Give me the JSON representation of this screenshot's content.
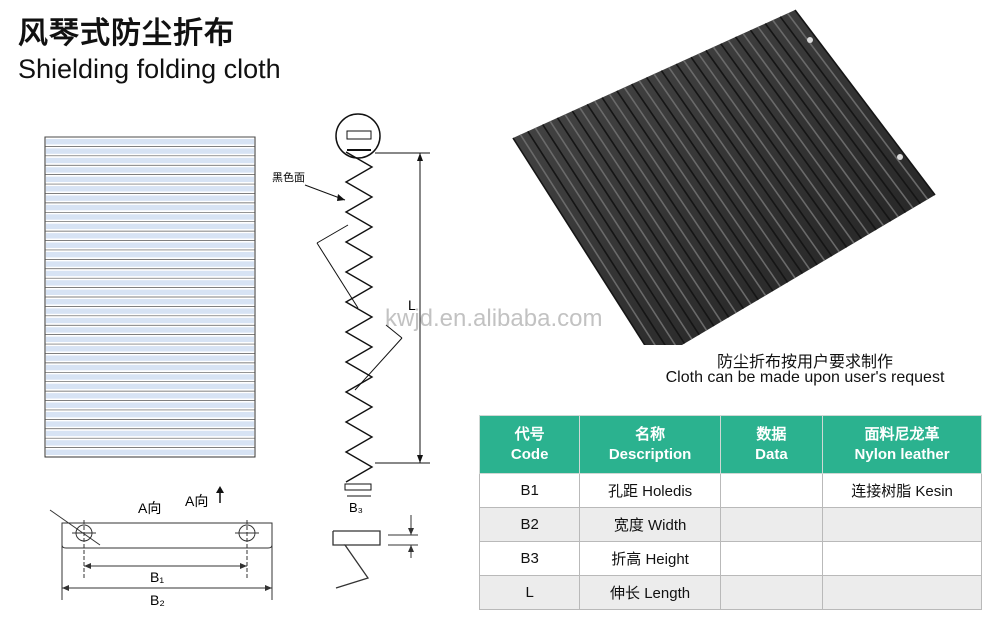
{
  "title": {
    "cn": "风琴式防尘折布",
    "en": "Shielding folding cloth"
  },
  "drawing": {
    "side_label": "黑色面",
    "length_label": "L",
    "b3_label": "B₃",
    "a_dir_label": "A向",
    "a_dir_label2": "A向",
    "arrow_up": "↑",
    "b1_label": "B₁",
    "b2_label": "B₂"
  },
  "watermark": "kwjd.en.alibaba.com",
  "caption": {
    "cn": "防尘折布按用户要求制作",
    "en": "Cloth can be made upon user's request"
  },
  "table": {
    "headers": [
      {
        "cn": "代号",
        "en": "Code"
      },
      {
        "cn": "名称",
        "en": "Description"
      },
      {
        "cn": "数据",
        "en": "Data"
      },
      {
        "cn": "面料尼龙革",
        "en": "Nylon leather"
      }
    ],
    "rows": [
      {
        "code": "B1",
        "desc": "孔距  Holedis",
        "data": "",
        "fabric": "连接树脂  Kesin"
      },
      {
        "code": "B2",
        "desc": "宽度 Width",
        "data": "",
        "fabric": ""
      },
      {
        "code": "B3",
        "desc": "折高  Height",
        "data": "",
        "fabric": ""
      },
      {
        "code": "L",
        "desc": "伸长  Length",
        "data": "",
        "fabric": ""
      }
    ]
  },
  "colors": {
    "header_green": "#2bb28f",
    "cloth_black": "#2a2a2a",
    "stripe_blue": "#d7e3f4"
  }
}
